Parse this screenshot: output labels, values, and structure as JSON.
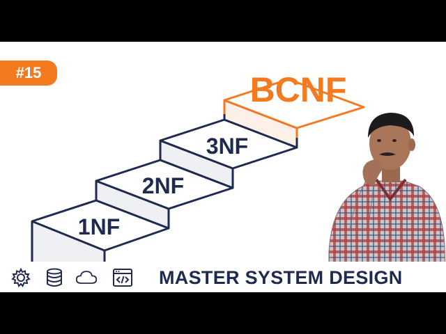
{
  "badge": {
    "label": "#15"
  },
  "steps": [
    {
      "label": "1NF"
    },
    {
      "label": "2NF"
    },
    {
      "label": "3NF"
    },
    {
      "label": "BCNF"
    }
  ],
  "footer": {
    "title": "MASTER SYSTEM DESIGN",
    "icons": [
      "gear-icon",
      "database-icon",
      "cloud-icon",
      "code-window-icon"
    ]
  },
  "colors": {
    "navy": "#1e2a4e",
    "orange": "#f47a20",
    "background": "#ffffff",
    "letterbox": "#000000"
  }
}
